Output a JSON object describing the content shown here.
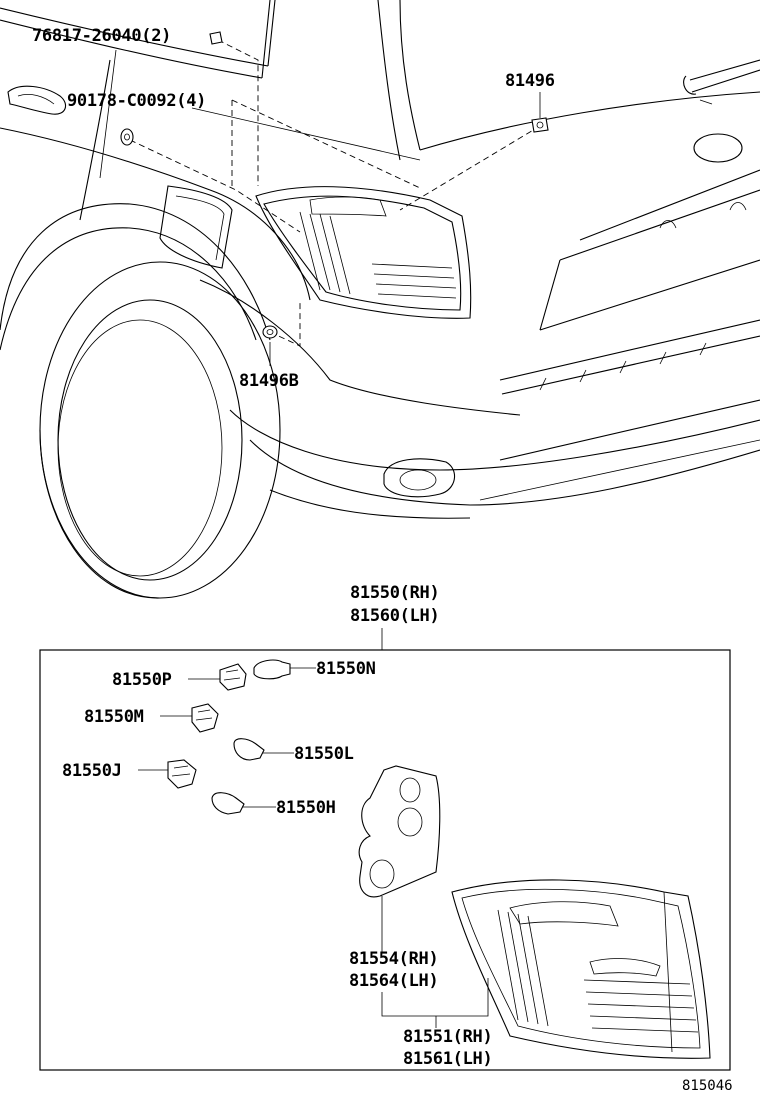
{
  "labels": {
    "clip_76817": "76817-26040(2)",
    "screw_90178": "90178-C0092(4)",
    "nut_81496": "81496",
    "nut_81496b": "81496B",
    "assy_rh": "81550(RH)",
    "assy_lh": "81560(LH)",
    "socket_p": "81550P",
    "bulb_n": "81550N",
    "socket_m": "81550M",
    "bulb_l": "81550L",
    "socket_j": "81550J",
    "bulb_h": "81550H",
    "gasket_rh": "81554(RH)",
    "gasket_lh": "81564(LH)",
    "lens_rh": "81551(RH)",
    "lens_lh": "81561(LH)",
    "diagram_id": "815046"
  }
}
